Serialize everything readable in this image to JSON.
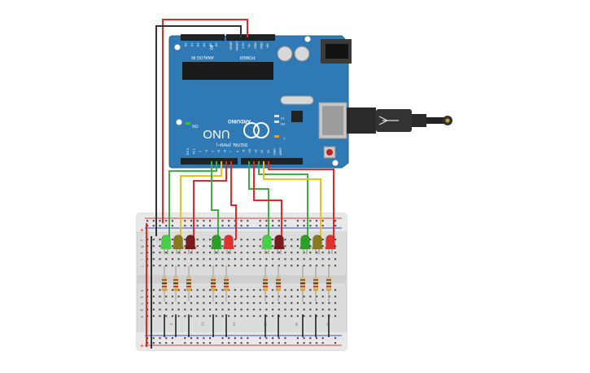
{
  "arduino": {
    "label_analog_in": "ANALOG IN",
    "label_power": "POWER",
    "label_digital": "DIGITAL (PWM~)",
    "label_uno": "UNO",
    "label_brand": "ARDUINO",
    "label_on": "ON",
    "label_tx": "TX",
    "label_rx": "RX",
    "label_l": "L",
    "analog_pins": [
      "A0",
      "A1",
      "A2",
      "A3",
      "A4",
      "A5"
    ],
    "power_pins": [
      "VIN",
      "GND",
      "GND",
      "5V",
      "3.3V",
      "RESET",
      "IOREF"
    ],
    "digital_pins": [
      "AREF",
      "GND",
      "13",
      "12",
      "~11",
      "~10",
      "~9",
      "8",
      "7",
      "~6",
      "~5",
      "4",
      "~3",
      "2",
      "TX 1",
      "RX 0"
    ]
  },
  "breadboard": {
    "row_letters_top": [
      "j",
      "i",
      "h",
      "g",
      "f"
    ],
    "row_letters_bottom": [
      "e",
      "d",
      "c",
      "b",
      "a"
    ],
    "column_numbers": [
      "1",
      "5",
      "10",
      "15",
      "20",
      "25",
      "30"
    ]
  },
  "leds": [
    {
      "color": "#46d046"
    },
    {
      "color": "#8a7a1e"
    },
    {
      "color": "#7a1a1a"
    },
    {
      "color": "#2aa02a"
    },
    {
      "color": "#e03030"
    },
    {
      "color": "#46d046"
    },
    {
      "color": "#7a1a1a"
    },
    {
      "color": "#2aa02a"
    },
    {
      "color": "#8a7a1e"
    },
    {
      "color": "#e03030"
    }
  ],
  "colors": {
    "board": "#2f79b5",
    "wire_red": "#e02a2a",
    "wire_black": "#333333",
    "wire_green": "#3cb043",
    "wire_yellow": "#e8c020",
    "breadboard": "#dcdcdc"
  }
}
